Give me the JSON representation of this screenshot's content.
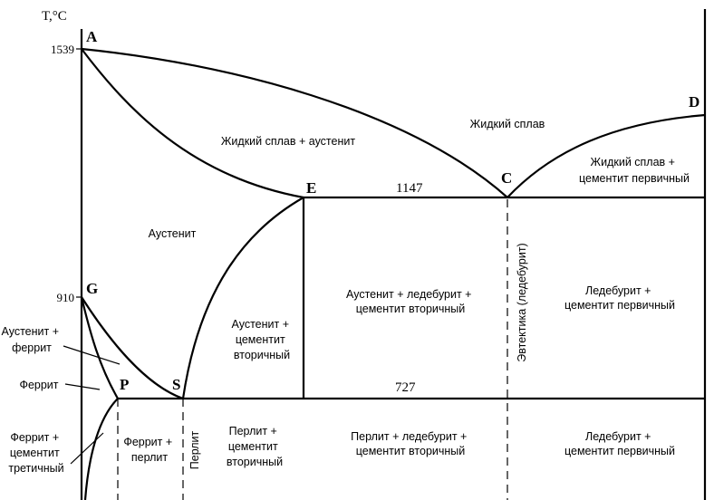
{
  "axis": {
    "y_label": "T,°C"
  },
  "ticks": {
    "t1539": "1539",
    "t910": "910"
  },
  "points": {
    "A": "A",
    "D": "D",
    "C": "C",
    "E": "E",
    "G": "G",
    "P": "P",
    "S": "S"
  },
  "temps": {
    "t1147": "1147",
    "t727": "727"
  },
  "regions": {
    "liquid": "Жидкий сплав",
    "liquid_austenite": "Жидкий сплав + аустенит",
    "liquid_cementite": [
      "Жидкий сплав +",
      "цементит первичный"
    ],
    "austenite": "Аустенит",
    "austenite_ferrite": [
      "Аустенит +",
      "феррит"
    ],
    "ferrite": "Феррит",
    "austenite_cementite2": [
      "Аустенит +",
      "цементит",
      "вторичный"
    ],
    "austenite_ledeburite_cementite2": [
      "Аустенит + ледебурит +",
      "цементит  вторичный"
    ],
    "eutectic": "Эвтектика (ледебурит)",
    "ledeburite_cementite1_upper": [
      "Ледебурит +",
      "цементит  первичный"
    ],
    "ferrite_cementite3": [
      "Феррит +",
      "цементит",
      "третичный"
    ],
    "ferrite_pearlite": [
      "Феррит +",
      "перлит"
    ],
    "pearlite": "Перлит",
    "pearlite_cementite2": [
      "Перлит +",
      "цементит",
      "вторичный"
    ],
    "pearlite_ledeburite_cementite2": [
      "Перлит + ледебурит +",
      "цементит  вторичный"
    ],
    "ledeburite_cementite1_lower": [
      "Ледебурит +",
      "цементит  первичный"
    ]
  }
}
